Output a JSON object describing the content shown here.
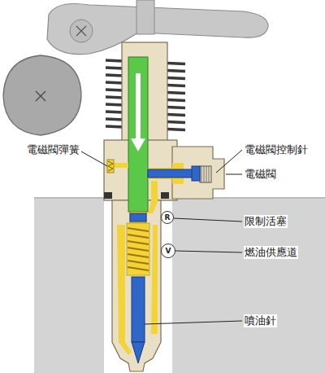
{
  "diagram": {
    "nodes": [
      {
        "text": [
          "R"
        ]
      },
      {
        "text": [
          "V"
        ]
      }
    ],
    "labels": [
      "電磁閥彈簧",
      "電磁閥控制針",
      "電磁閥",
      "限制活塞",
      "燃油供應道",
      "噴油針"
    ]
  }
}
